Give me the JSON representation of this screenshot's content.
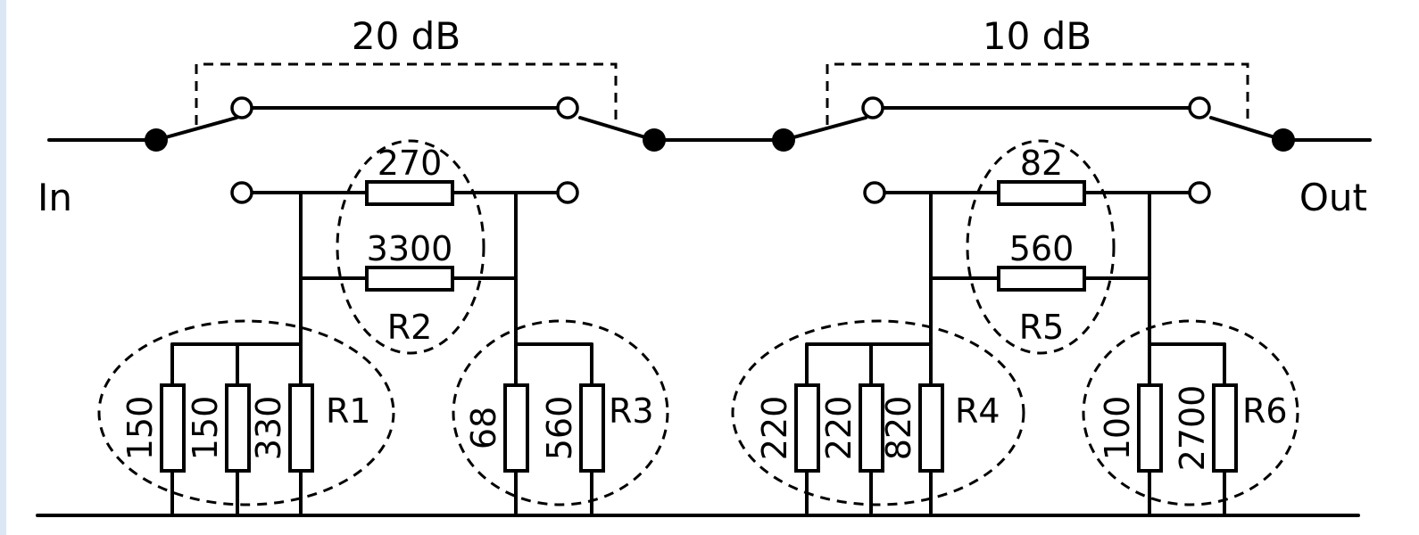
{
  "labels": {
    "input": "In",
    "output": "Out",
    "stage1_attenuation": "20 dB",
    "stage2_attenuation": "10 dB"
  },
  "stage1": {
    "r1": {
      "designator": "R1",
      "parts": [
        "150",
        "150",
        "330"
      ]
    },
    "r2": {
      "designator": "R2",
      "parts": [
        "270",
        "3300"
      ]
    },
    "r3": {
      "designator": "R3",
      "parts": [
        "68",
        "560"
      ]
    }
  },
  "stage2": {
    "r4": {
      "designator": "R4",
      "parts": [
        "220",
        "220",
        "820"
      ]
    },
    "r5": {
      "designator": "R5",
      "parts": [
        "82",
        "560"
      ]
    },
    "r6": {
      "designator": "R6",
      "parts": [
        "100",
        "2700"
      ]
    }
  }
}
